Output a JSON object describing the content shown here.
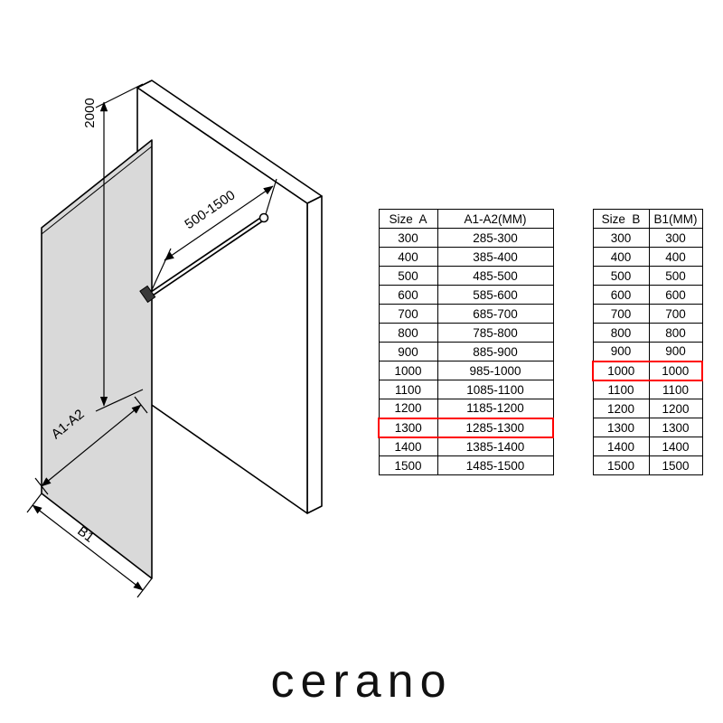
{
  "diagram": {
    "labels": {
      "height": "2000",
      "bar_range": "500-1500",
      "width_a": "A1-A2",
      "width_b": "B1"
    }
  },
  "table_a": {
    "headers": [
      "Size  A",
      "A1-A2(MM)"
    ],
    "rows": [
      [
        "300",
        "285-300"
      ],
      [
        "400",
        "385-400"
      ],
      [
        "500",
        "485-500"
      ],
      [
        "600",
        "585-600"
      ],
      [
        "700",
        "685-700"
      ],
      [
        "800",
        "785-800"
      ],
      [
        "900",
        "885-900"
      ],
      [
        "1000",
        "985-1000"
      ],
      [
        "1100",
        "1085-1100"
      ],
      [
        "1200",
        "1185-1200"
      ],
      [
        "1300",
        "1285-1300"
      ],
      [
        "1400",
        "1385-1400"
      ],
      [
        "1500",
        "1485-1500"
      ]
    ],
    "highlight_row": 10
  },
  "table_b": {
    "headers": [
      "Size  B",
      "B1(MM)"
    ],
    "rows": [
      [
        "300",
        "300"
      ],
      [
        "400",
        "400"
      ],
      [
        "500",
        "500"
      ],
      [
        "600",
        "600"
      ],
      [
        "700",
        "700"
      ],
      [
        "800",
        "800"
      ],
      [
        "900",
        "900"
      ],
      [
        "1000",
        "1000"
      ],
      [
        "1100",
        "1100"
      ],
      [
        "1200",
        "1200"
      ],
      [
        "1300",
        "1300"
      ],
      [
        "1400",
        "1400"
      ],
      [
        "1500",
        "1500"
      ]
    ],
    "highlight_row": 7
  },
  "logo": "cerano",
  "colors": {
    "highlight": "#ff0000",
    "glass_fill": "#d9d9d9"
  }
}
